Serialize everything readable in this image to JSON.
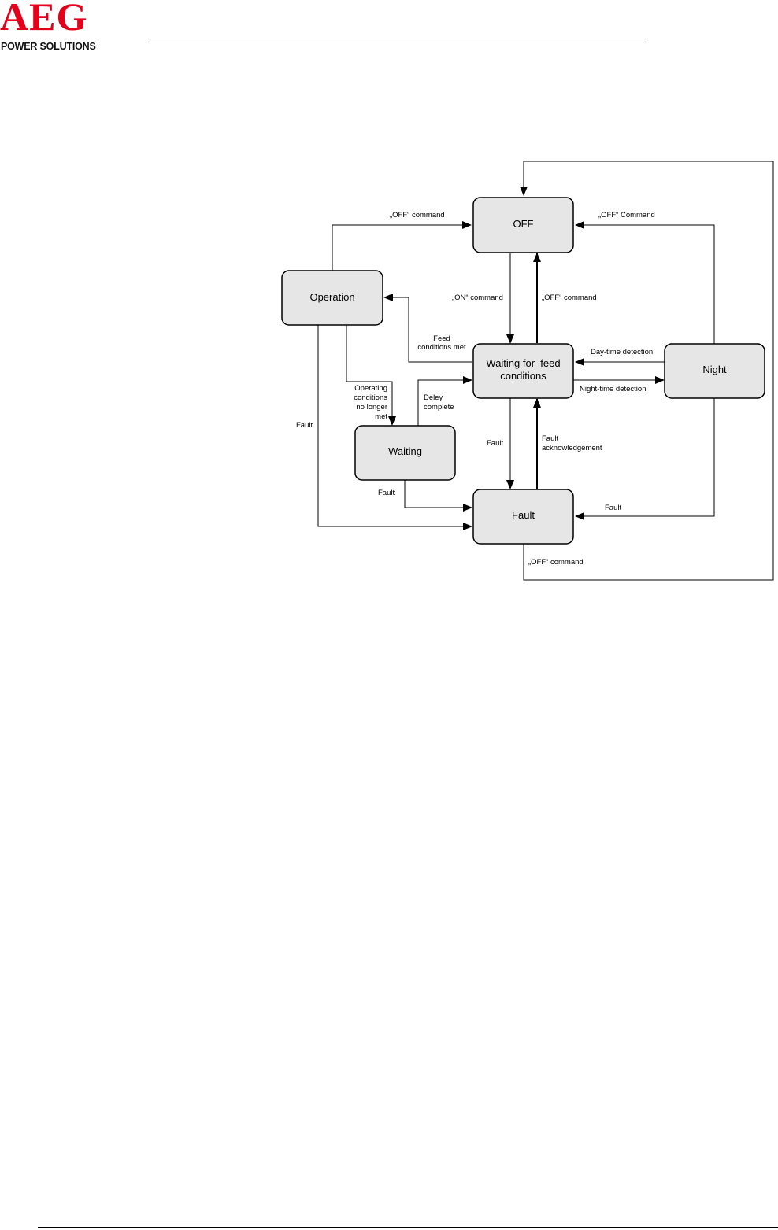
{
  "brand": {
    "logo_text": "AEG",
    "logo_subtext": "POWER SOLUTIONS",
    "logo_color": "#e3001b"
  },
  "diagram": {
    "states": {
      "off": "OFF",
      "operation": "Operation",
      "waiting_feed": [
        "Waiting for  feed",
        "conditions"
      ],
      "night": "Night",
      "waiting": "Waiting",
      "fault": "Fault"
    },
    "transitions": {
      "operation_off": "„OFF“ command",
      "night_off": "„OFF“ Command",
      "on_command": "„ON“ command",
      "waitfeed_off": "„OFF“ command",
      "feed_met": [
        "Feed",
        "conditions met"
      ],
      "day_detect": "Day-time detection",
      "night_detect": "Night-time detection",
      "op_not_met": [
        "Operating",
        "conditions",
        "no longer",
        "met"
      ],
      "delay_complete": [
        "Deley",
        "complete"
      ],
      "operation_fault": "Fault",
      "waitfeed_fault": "Fault",
      "fault_ack": [
        "Fault",
        "acknowledgement"
      ],
      "waiting_fault": "Fault",
      "night_fault": "Fault",
      "fault_off": "„OFF“ command"
    }
  }
}
